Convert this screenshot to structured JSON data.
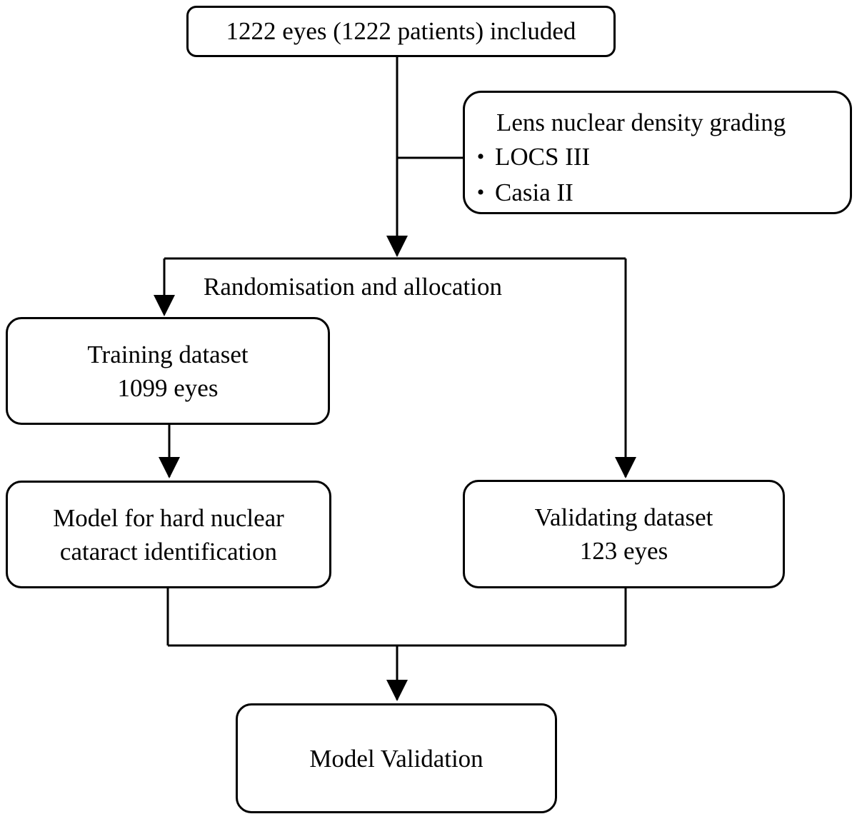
{
  "included": {
    "text": "1222 eyes (1222 patients) included"
  },
  "grading": {
    "title": "Lens nuclear density grading",
    "items": [
      {
        "label": "LOCS III"
      },
      {
        "label": "Casia II"
      }
    ]
  },
  "randomisation": {
    "label": "Randomisation and allocation"
  },
  "training": {
    "line1": "Training dataset",
    "line2": "1099 eyes"
  },
  "model": {
    "line1": "Model for hard nuclear",
    "line2": "cataract identification"
  },
  "validating": {
    "line1": "Validating dataset",
    "line2": "123 eyes"
  },
  "validation": {
    "text": "Model Validation"
  },
  "colors": {
    "stroke": "#000000",
    "background": "#ffffff"
  }
}
